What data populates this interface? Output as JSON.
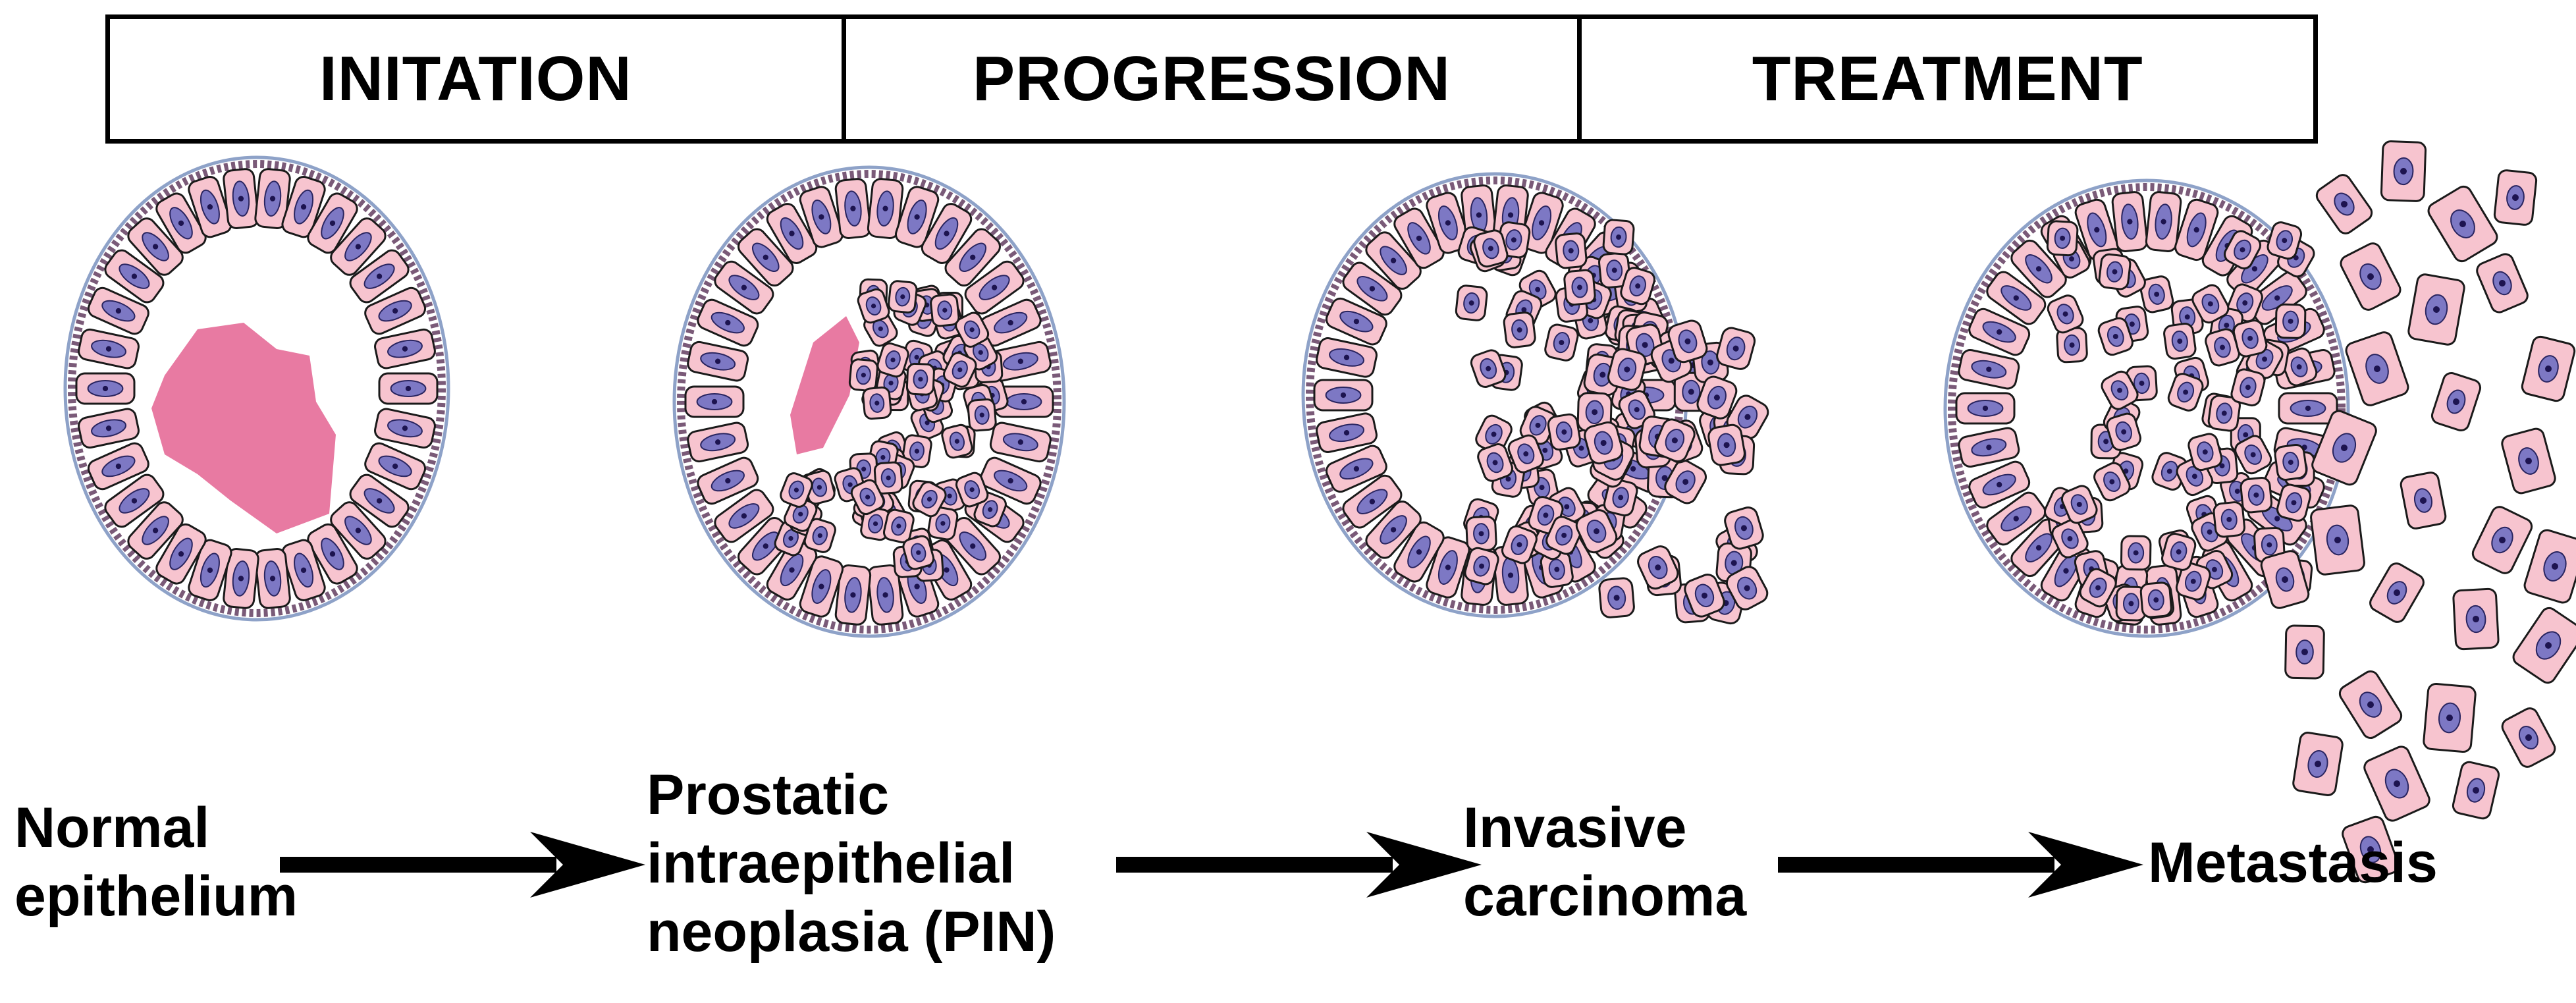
{
  "phases": [
    "INITATION",
    "PROGRESSION",
    "TREATMENT"
  ],
  "stages": [
    {
      "lines": [
        "Normal",
        "epithelium"
      ]
    },
    {
      "lines": [
        "Prostatic",
        "intraepithelial",
        "neoplasia (PIN)"
      ]
    },
    {
      "lines": [
        "Invasive",
        "carcinoma"
      ]
    },
    {
      "lines": [
        "Metastasis"
      ]
    }
  ],
  "colors": {
    "cell_fill": "#f7c4cf",
    "nucleus": "#7d78c4",
    "nucleolus": "#1d1450",
    "lumen": "#e87aa2",
    "outline": "#1a1a1a",
    "basement": "#7a5a78"
  }
}
